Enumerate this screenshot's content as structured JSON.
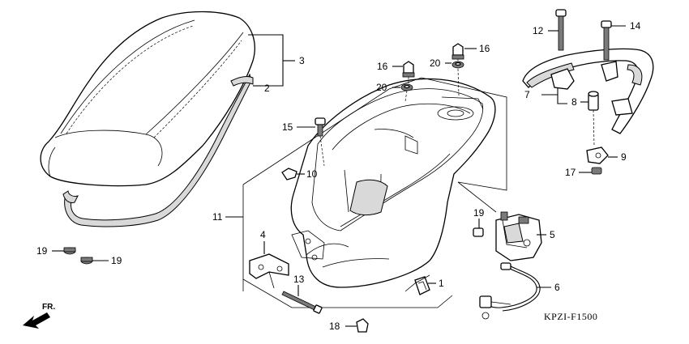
{
  "diagram_code": "KPZI-F1500",
  "direction_label": "FR.",
  "callouts": {
    "c1": "1",
    "c2": "2",
    "c3": "3",
    "c4": "4",
    "c5": "5",
    "c6": "6",
    "c7": "7",
    "c8": "8",
    "c9": "9",
    "c10": "10",
    "c11": "11",
    "c12": "12",
    "c13": "13",
    "c14": "14",
    "c15": "15",
    "c16a": "16",
    "c16b": "16",
    "c17": "17",
    "c18": "18",
    "c19a": "19",
    "c19b": "19",
    "c19c": "19",
    "c20a": "20",
    "c20b": "20"
  }
}
